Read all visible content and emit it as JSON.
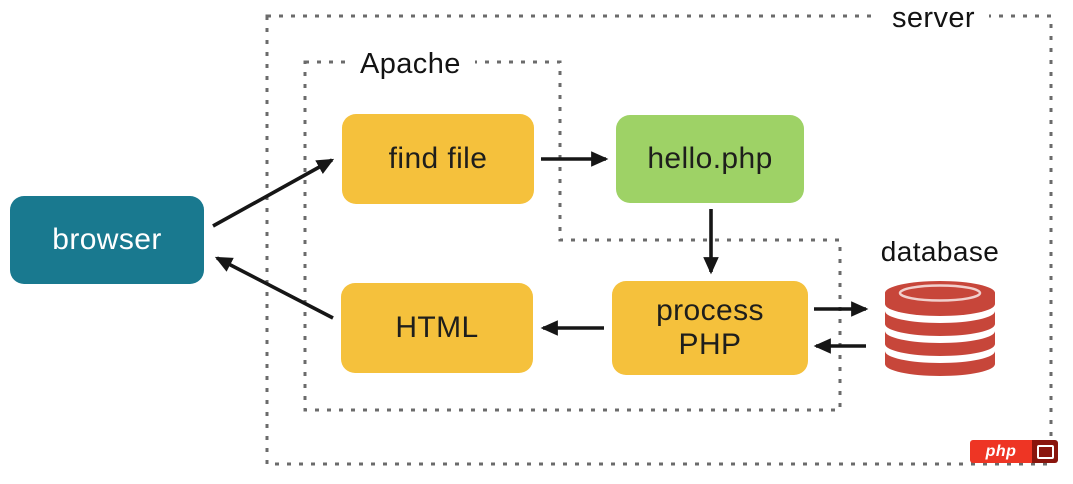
{
  "diagram": {
    "boundaries": {
      "server": {
        "label": "server"
      },
      "apache": {
        "label": "Apache"
      }
    },
    "nodes": {
      "browser": {
        "label": "browser",
        "color": "#19798f",
        "text_color": "#ffffff"
      },
      "find_file": {
        "label": "find file",
        "color": "#f5c13c",
        "text_color": "#1e1e1c"
      },
      "hello_php": {
        "label": "hello.php",
        "color": "#9ed266",
        "text_color": "#1e1e1c"
      },
      "process_php": {
        "label": "process\nPHP",
        "color": "#f5c13c",
        "text_color": "#1e1e1c"
      },
      "html": {
        "label": "HTML",
        "color": "#f5c13c",
        "text_color": "#1e1e1c"
      },
      "database": {
        "label": "database",
        "color": "#c7463a"
      }
    },
    "edges": [
      {
        "from": "browser",
        "to": "find_file"
      },
      {
        "from": "find_file",
        "to": "hello_php"
      },
      {
        "from": "hello_php",
        "to": "process_php"
      },
      {
        "from": "process_php",
        "to": "html"
      },
      {
        "from": "html",
        "to": "browser"
      },
      {
        "from": "process_php",
        "to": "database"
      },
      {
        "from": "database",
        "to": "process_php"
      }
    ],
    "style": {
      "arrow_color": "#161616",
      "boundary_color": "#6b6b6b"
    },
    "watermark": {
      "text": "php",
      "color": "#ee3524",
      "icon_color": "#8a150d"
    }
  }
}
